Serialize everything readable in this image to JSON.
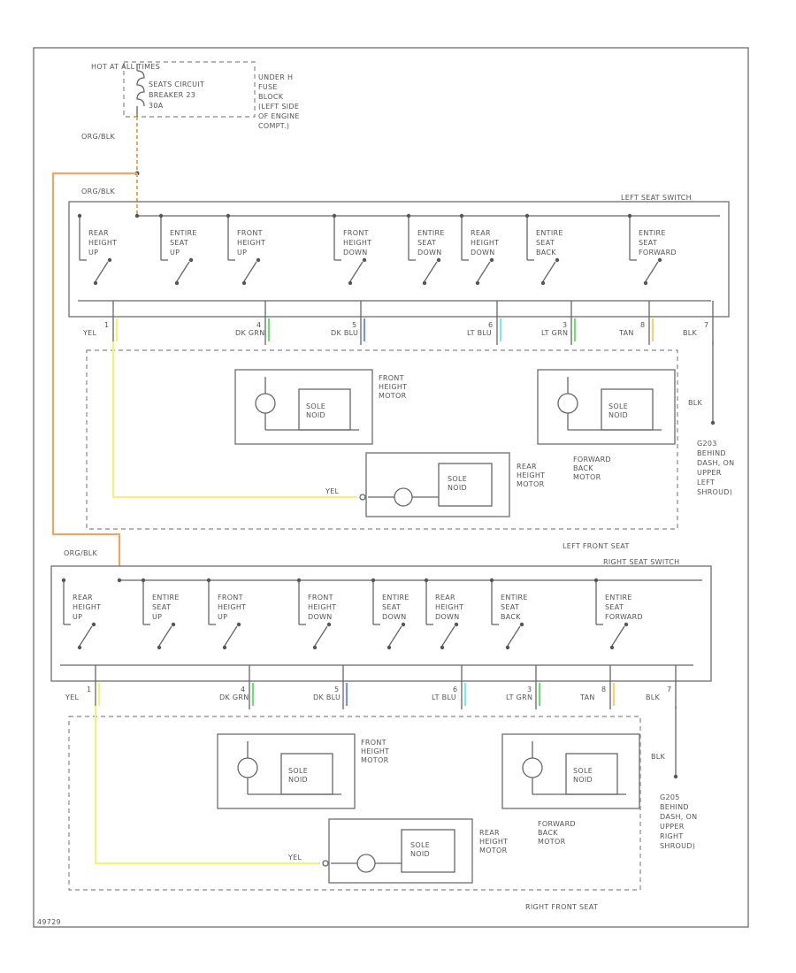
{
  "fuse": {
    "hot_label": "HOT AT ALL TIMES",
    "breaker_lines": [
      "SEATS CIRCUIT",
      "BREAKER 23",
      "30A"
    ],
    "location_lines": [
      "UNDER H",
      "FUSE",
      "BLOCK",
      "(LEFT SIDE",
      "OF ENGINE",
      "COMPT.)"
    ]
  },
  "wires": {
    "orange_label": "ORG/BLK",
    "yel_label": "YEL",
    "blk_label": "BLK",
    "orange_color": "#e8a86a",
    "yellow_color": "#f3f27a",
    "green_color": "#6fe06f",
    "blue_color": "#7b93e8",
    "cyan_color": "#7ee8ee",
    "amber_color": "#f5d27a"
  },
  "left": {
    "switch_title": "LEFT SEAT SWITCH",
    "seat_title": "LEFT FRONT SEAT",
    "switch_labels": [
      [
        "REAR",
        "HEIGHT",
        "UP"
      ],
      [
        "ENTIRE",
        "SEAT",
        "UP"
      ],
      [
        "FRONT",
        "HEIGHT",
        "UP"
      ],
      [
        "FRONT",
        "HEIGHT",
        "DOWN"
      ],
      [
        "ENTIRE",
        "SEAT",
        "DOWN"
      ],
      [
        "REAR",
        "HEIGHT",
        "DOWN"
      ],
      [
        "ENTIRE",
        "SEAT",
        "BACK"
      ],
      [
        "ENTIRE",
        "SEAT",
        "FORWARD"
      ]
    ],
    "pins": [
      {
        "num": "1",
        "wire": "YEL"
      },
      {
        "num": "4",
        "wire": "DK GRN"
      },
      {
        "num": "5",
        "wire": "DK BLU"
      },
      {
        "num": "6",
        "wire": "LT BLU"
      },
      {
        "num": "3",
        "wire": "LT GRN"
      },
      {
        "num": "8",
        "wire": "TAN"
      },
      {
        "num": "7",
        "wire": "BLK"
      }
    ],
    "front_motor": [
      "FRONT",
      "HEIGHT",
      "MOTOR"
    ],
    "fwd_motor": [
      "FORWARD",
      "BACK",
      "MOTOR"
    ],
    "rear_motor": [
      "REAR",
      "HEIGHT",
      "MOTOR"
    ],
    "ground": [
      "G203",
      "BEHIND",
      "DASH, ON",
      "UPPER",
      "LEFT",
      "SHROUD)"
    ]
  },
  "right": {
    "switch_title": "RIGHT SEAT SWITCH",
    "seat_title": "RIGHT FRONT SEAT",
    "switch_labels": [
      [
        "REAR",
        "HEIGHT",
        "UP"
      ],
      [
        "ENTIRE",
        "SEAT",
        "UP"
      ],
      [
        "FRONT",
        "HEIGHT",
        "UP"
      ],
      [
        "FRONT",
        "HEIGHT",
        "DOWN"
      ],
      [
        "ENTIRE",
        "SEAT",
        "DOWN"
      ],
      [
        "REAR",
        "HEIGHT",
        "DOWN"
      ],
      [
        "ENTIRE",
        "SEAT",
        "BACK"
      ],
      [
        "ENTIRE",
        "SEAT",
        "FORWARD"
      ]
    ],
    "pins": [
      {
        "num": "1",
        "wire": "YEL"
      },
      {
        "num": "4",
        "wire": "DK GRN"
      },
      {
        "num": "5",
        "wire": "DK BLU"
      },
      {
        "num": "6",
        "wire": "LT BLU"
      },
      {
        "num": "3",
        "wire": "LT GRN"
      },
      {
        "num": "8",
        "wire": "TAN"
      },
      {
        "num": "7",
        "wire": "BLK"
      }
    ],
    "front_motor": [
      "FRONT",
      "HEIGHT",
      "MOTOR"
    ],
    "fwd_motor": [
      "FORWARD",
      "BACK",
      "MOTOR"
    ],
    "rear_motor": [
      "REAR",
      "HEIGHT",
      "MOTOR"
    ],
    "ground": [
      "G205",
      "BEHIND",
      "DASH, ON",
      "UPPER",
      "RIGHT",
      "SHROUD)"
    ]
  },
  "solenoid_label": [
    "SOLE",
    "NOID"
  ],
  "footer_code": "49729"
}
